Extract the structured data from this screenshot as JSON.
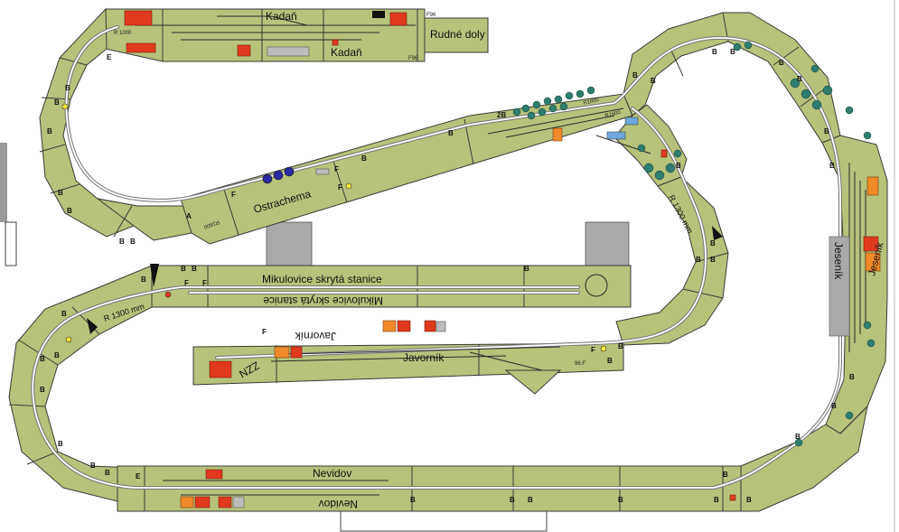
{
  "stations": {
    "kadan_top": "Kadaň",
    "kadan_bottom": "Kadaň",
    "rudne_doly": "Rudné doly",
    "ostrachema": "Ostrachema",
    "mikulovice_top": "Mikulovice skrytá stanice",
    "mikulovice_bottom": "Mikulovice skrytá stanice",
    "javornik_top": "Javorník",
    "javornik_bottom": "Javorník",
    "zzn": "ZZN",
    "nevidov_top": "Nevidov",
    "nevidov_bottom": "Nevidov",
    "jesenik_vertical": "Jeseník",
    "jesenik_side": "Jeseník"
  },
  "radii": {
    "r1000": "R 1000",
    "r1600_a": "R1600",
    "r1600_b": "R1600",
    "r1600_c": "R1600",
    "r1300_left": "R 1300 mm",
    "r1300_right": "R 1300 mm"
  },
  "board_marks": {
    "b": "B",
    "two_b": "2B",
    "f": "F",
    "e": "E",
    "a": "A",
    "f96": "F96",
    "r96": "96.F"
  },
  "colors": {
    "board": "#b7c27a",
    "rail": "#7c7c7c",
    "building_red": "#e03a1e",
    "building_orange": "#f08a2a",
    "trees": "#2f7d6e"
  }
}
